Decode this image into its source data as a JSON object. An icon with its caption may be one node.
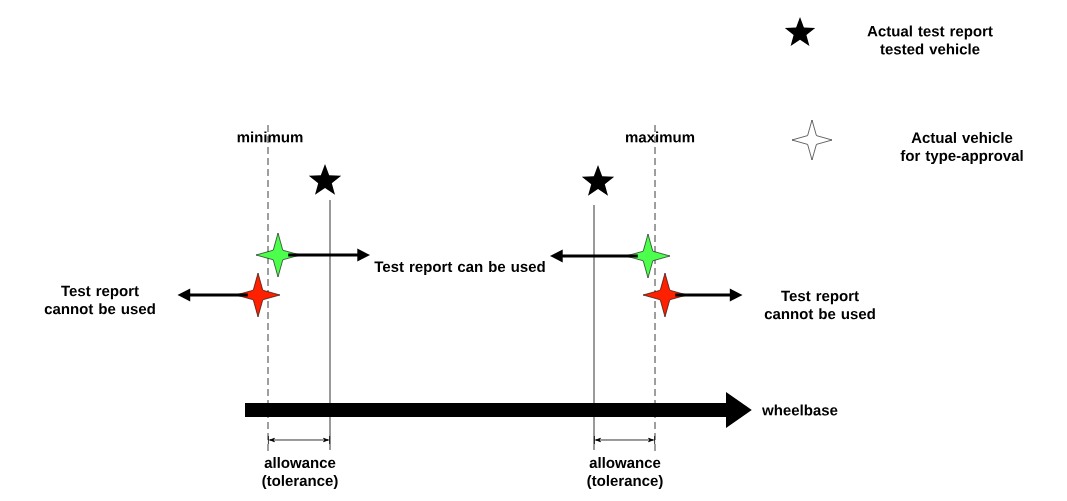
{
  "diagram": {
    "nodes": [
      {
        "text": [],
        "shape": "star"
      },
      {
        "text": [
          "Test report can be used"
        ]
      },
      {
        "text": [],
        "shape": "star"
      },
      {
        "text": [],
        "shape": "star"
      },
      {
        "text": [
          "Test report cannot be used"
        ]
      },
      {
        "text": [],
        "shape": "star"
      },
      {
        "text": [
          "Test report cannot be used"
        ]
      }
    ],
    "edges": [
      {
        "from": 0,
        "to": 1,
        "arrow": "to"
      },
      {
        "from": 2,
        "to": 1,
        "arrow": "to"
      },
      {
        "from": 3,
        "to": 4,
        "arrow": "to"
      },
      {
        "from": 5,
        "to": 6,
        "arrow": "to"
      }
    ],
    "labels": [
      "minimum",
      "maximum",
      "wheelbase",
      "allowance (tolerance)",
      "allowance (tolerance)"
    ],
    "legend": [
      {
        "text": "Actual test report tested vehicle"
      },
      {
        "text": "Actual vehicle for type-approval"
      }
    ]
  }
}
